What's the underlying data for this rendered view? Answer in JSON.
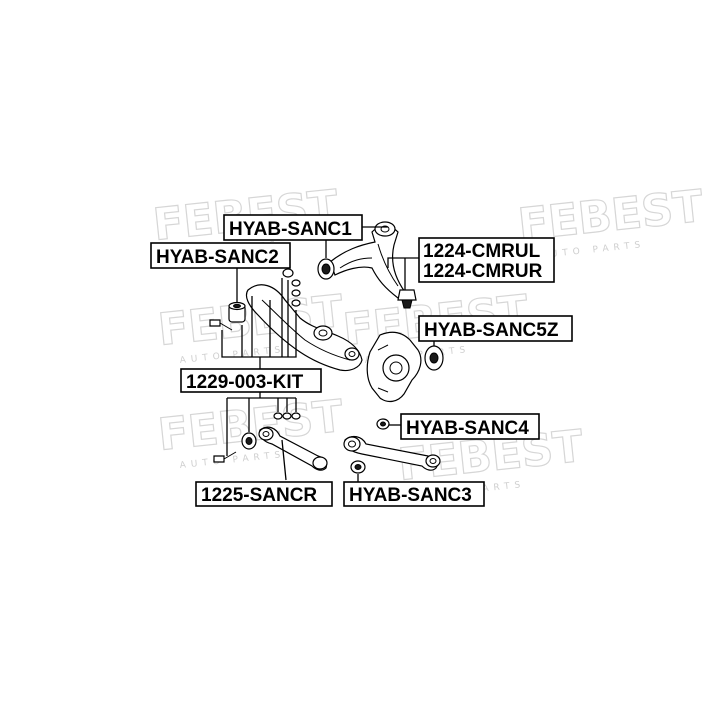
{
  "watermark": {
    "brand": "FEBEST",
    "tagline": "AUTO PARTS"
  },
  "labels": {
    "hyab_sanc1": "HYAB-SANC1",
    "hyab_sanc2": "HYAB-SANC2",
    "cmrul": "1224-CMRUL",
    "cmrur": "1224-CMRUR",
    "hyab_sanc5z": "HYAB-SANC5Z",
    "kit": "1229-003-KIT",
    "hyab_sanc4": "HYAB-SANC4",
    "sancr": "1225-SANCR",
    "hyab_sanc3": "HYAB-SANC3"
  },
  "colors": {
    "ink": "#000000",
    "watermark": "#d6d6d6"
  }
}
